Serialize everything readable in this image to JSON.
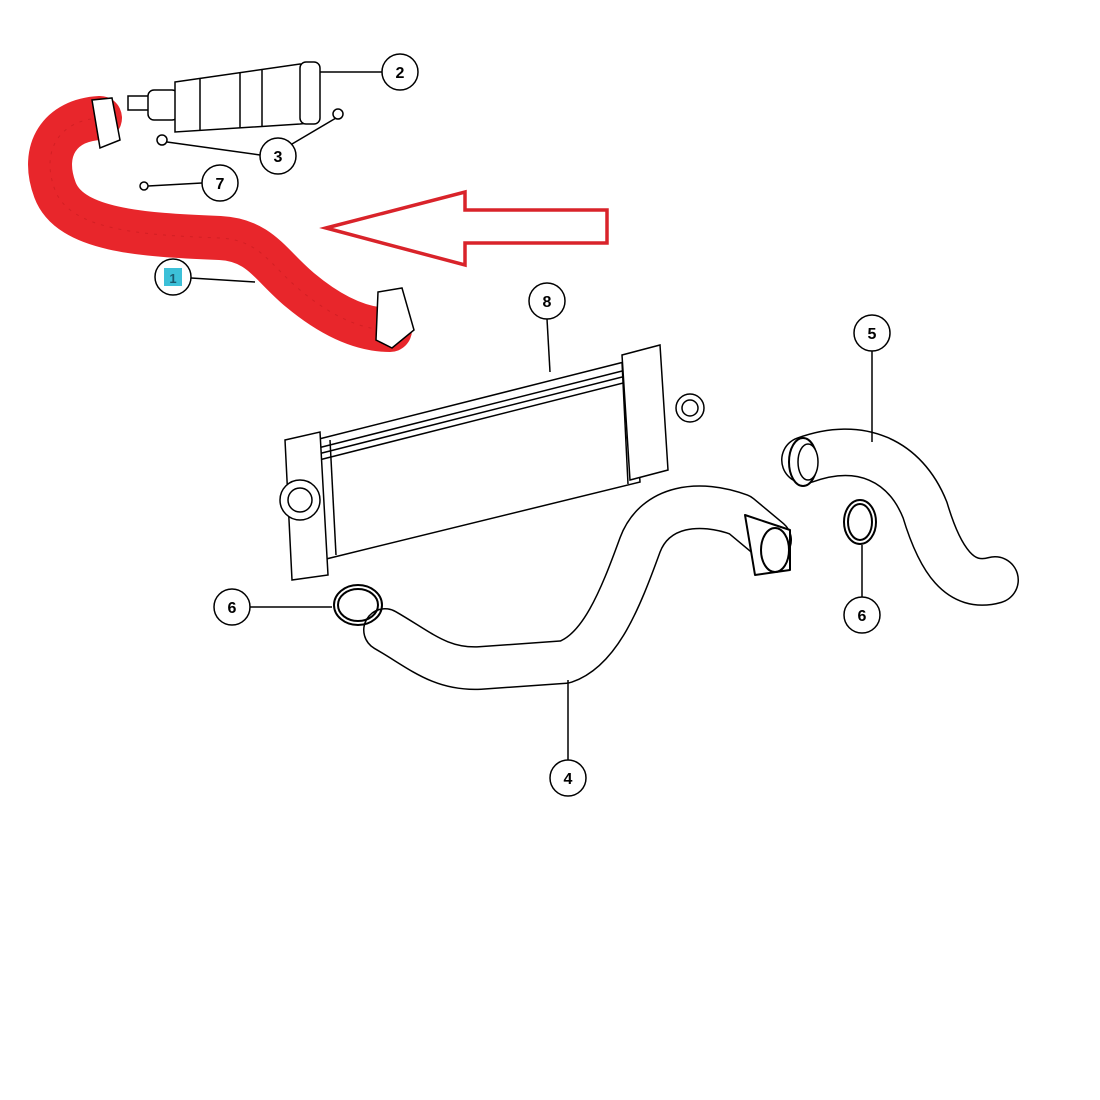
{
  "diagram": {
    "highlight_color": "#e8262b",
    "arrow_color": "#d9232a",
    "highlight_badge_color": "#3cc0d8",
    "callouts": [
      {
        "id": "callout-1",
        "label": "1",
        "part": "hose-1",
        "highlighted": true
      },
      {
        "id": "callout-2",
        "label": "2",
        "part": "part-2"
      },
      {
        "id": "callout-3",
        "label": "3",
        "part": "clips-3"
      },
      {
        "id": "callout-4",
        "label": "4",
        "part": "hose-4"
      },
      {
        "id": "callout-5",
        "label": "5",
        "part": "hose-5"
      },
      {
        "id": "callout-6a",
        "label": "6",
        "part": "clamp-6-left"
      },
      {
        "id": "callout-6b",
        "label": "6",
        "part": "clamp-6-right"
      },
      {
        "id": "callout-7",
        "label": "7",
        "part": "clip-7"
      },
      {
        "id": "callout-8",
        "label": "8",
        "part": "intercooler-8"
      }
    ]
  }
}
